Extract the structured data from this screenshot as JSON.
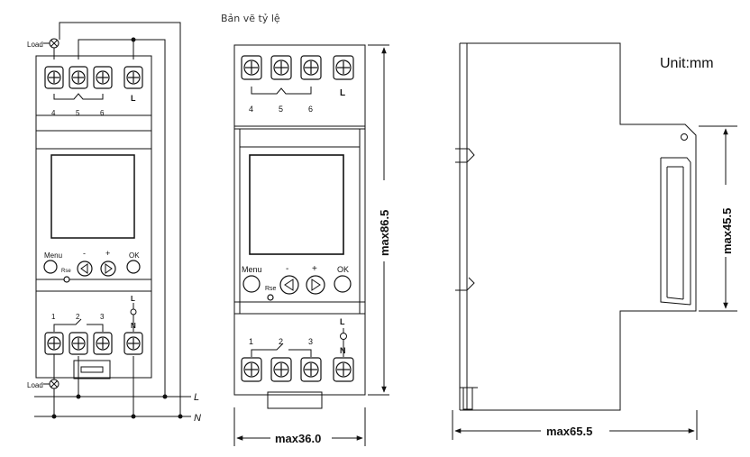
{
  "caption": "Bản vẽ tỷ lệ",
  "unit_label": "Unit:mm",
  "wiring": {
    "load_label": "Load",
    "line_label": "L",
    "neutral_label": "N"
  },
  "device": {
    "top_terminals": [
      "4",
      "5",
      "6"
    ],
    "top_power_label": "L",
    "bottom_terminals": [
      "1",
      "2",
      "3"
    ],
    "bottom_power_top": "L",
    "bottom_power_bottom": "N",
    "buttons": [
      {
        "label": "Menu",
        "icon": "circle-button-icon"
      },
      {
        "label": "-",
        "icon": "left-arrow-icon"
      },
      {
        "label": "+",
        "icon": "right-arrow-icon"
      },
      {
        "label": "OK",
        "icon": "circle-button-icon"
      }
    ],
    "reset_label": "Rse"
  },
  "dimensions": {
    "height": "max86.5",
    "width": "max36.0",
    "depth": "max65.5",
    "rail": "max45.5"
  },
  "colors": {
    "stroke": "#111111",
    "background": "#ffffff"
  }
}
